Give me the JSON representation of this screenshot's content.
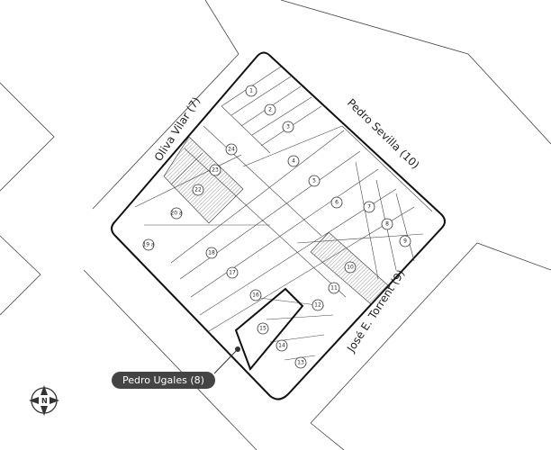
{
  "streets": {
    "oliva_vilar": "Oliva Vilar (7)",
    "pedro_sevilla": "Pedro Sevilla (10)",
    "jose_torrent": "José E. Torrent (9)"
  },
  "callout": {
    "label": "Pedro Ugales (8)"
  },
  "compass": {
    "north": "N"
  },
  "lots": [
    "1",
    "2",
    "3",
    "4",
    "5",
    "6",
    "7",
    "8",
    "9",
    "10",
    "11",
    "12",
    "13",
    "14",
    "15",
    "16",
    "17",
    "18",
    "19 a",
    "20 a",
    "22",
    "23",
    "24"
  ],
  "colors": {
    "line": "#333333",
    "callout_bg": "#444444",
    "hatch": "#999999"
  }
}
